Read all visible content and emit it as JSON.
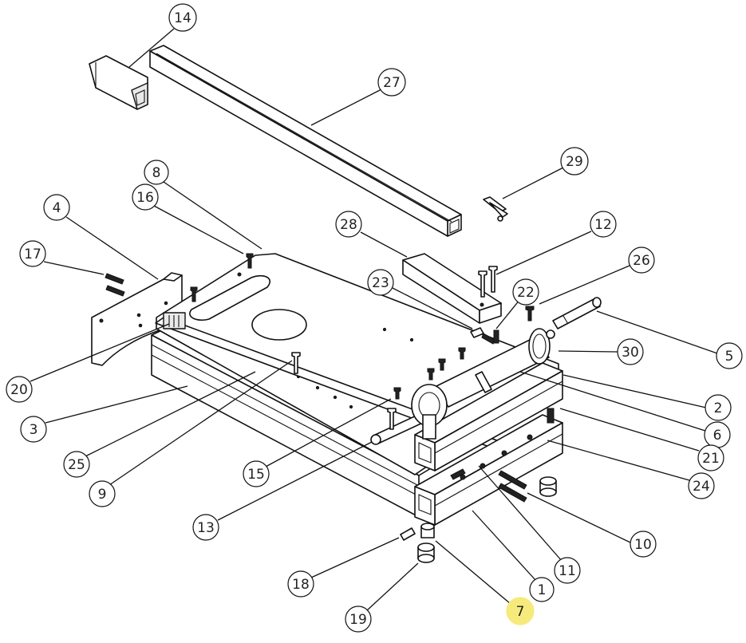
{
  "diagram": {
    "highlight_color": "#f6ea7c",
    "callouts": [
      {
        "label": "14"
      },
      {
        "label": "27"
      },
      {
        "label": "29"
      },
      {
        "label": "8"
      },
      {
        "label": "16"
      },
      {
        "label": "4"
      },
      {
        "label": "17"
      },
      {
        "label": "28"
      },
      {
        "label": "12"
      },
      {
        "label": "26"
      },
      {
        "label": "23"
      },
      {
        "label": "22"
      },
      {
        "label": "5"
      },
      {
        "label": "30"
      },
      {
        "label": "20"
      },
      {
        "label": "2"
      },
      {
        "label": "3"
      },
      {
        "label": "6"
      },
      {
        "label": "21"
      },
      {
        "label": "25"
      },
      {
        "label": "24"
      },
      {
        "label": "15"
      },
      {
        "label": "9"
      },
      {
        "label": "10"
      },
      {
        "label": "13"
      },
      {
        "label": "11"
      },
      {
        "label": "18"
      },
      {
        "label": "1"
      },
      {
        "label": "7",
        "highlighted": true
      },
      {
        "label": "19"
      }
    ]
  }
}
